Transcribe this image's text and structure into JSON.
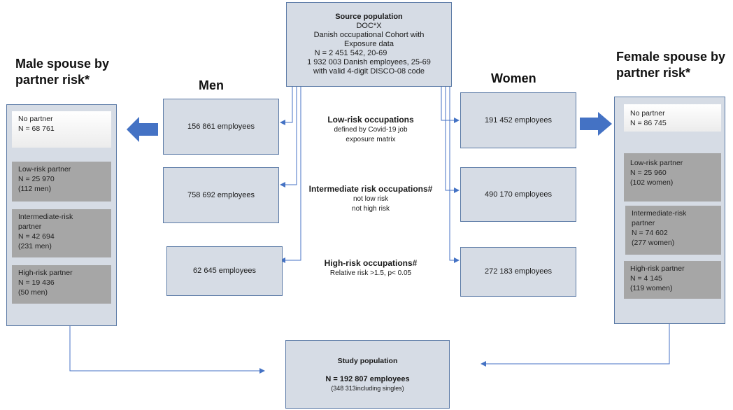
{
  "source": {
    "title": "Source population",
    "lines": [
      "DOC*X",
      "Danish occupational Cohort with",
      "Exposure data",
      "N = 2 451 542, 20-69",
      "1 932 003 Danish employees, 25-69",
      "with valid 4-digit DISCO-08 code"
    ]
  },
  "headings": {
    "men": "Men",
    "women": "Women",
    "male_spouse": "Male spouse by partner risk*",
    "female_spouse": "Female spouse by partner risk*"
  },
  "categories": {
    "low": {
      "title": "Low-risk occupations",
      "lines": [
        "defined by Covid-19 job",
        "exposure matrix"
      ]
    },
    "intermediate": {
      "title": "Intermediate  risk occupations#",
      "lines": [
        "not low risk",
        "not high risk"
      ]
    },
    "high": {
      "title": "High-risk occupations#",
      "lines": [
        "Relative risk >1.5, p< 0.05"
      ]
    }
  },
  "men_boxes": [
    "156 861 employees",
    "758 692 employees",
    "62 645 employees"
  ],
  "women_boxes": [
    "191 452 employees",
    "490 170 employees",
    "272 183 employees"
  ],
  "male_spouse": {
    "no_partner": [
      "No partner",
      "N = 68 761"
    ],
    "low": [
      "Low-risk partner",
      "N = 25 970",
      "(112 men)"
    ],
    "intermediate": [
      "Intermediate-risk",
      "partner",
      "N = 42 694",
      "(231 men)"
    ],
    "high": [
      "High-risk partner",
      "N = 19 436",
      "(50 men)"
    ]
  },
  "female_spouse": {
    "no_partner": [
      "No partner",
      "N = 86 745"
    ],
    "low": [
      "Low-risk partner",
      "N = 25 960",
      "(102 women)"
    ],
    "intermediate": [
      "Intermediate-risk",
      "partner",
      "N = 74 602",
      "(277 women)"
    ],
    "high": [
      "High-risk partner",
      "N = 4 145",
      "(119 women)"
    ]
  },
  "study": {
    "title": "Study population",
    "n": "N = 192 807 employees",
    "note": "(348 313including singles)"
  },
  "colors": {
    "box_fill": "#d6dce5",
    "box_border": "#5b7aa6",
    "arrow": "#4472c4",
    "dark_sub": "#a6a6a6"
  }
}
